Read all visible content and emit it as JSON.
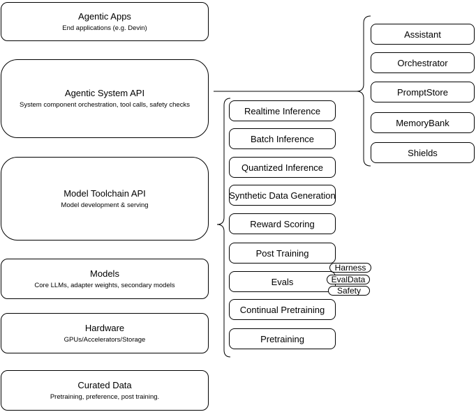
{
  "colors": {
    "stroke": "#000000",
    "background": "#ffffff",
    "node_fill": "#ffffff"
  },
  "stack": {
    "layers": [
      {
        "title": "Agentic Apps",
        "subtitle": "End applications (e.g. Devin)"
      },
      {
        "title": "Agentic System API",
        "subtitle": "System component orchestration, tool calls, safety checks"
      },
      {
        "title": "Model Toolchain API",
        "subtitle": "Model development & serving"
      },
      {
        "title": "Models",
        "subtitle": "Core LLMs, adapter weights, secondary models"
      },
      {
        "title": "Hardware",
        "subtitle": "GPUs/Accelerators/Storage"
      },
      {
        "title": "Curated Data",
        "subtitle": "Pretraining, preference, post training."
      }
    ]
  },
  "toolchain": {
    "items": [
      "Realtime Inference",
      "Batch Inference",
      "Quantized Inference",
      "Synthetic Data Generation",
      "Reward Scoring",
      "Post Training",
      "Evals",
      "Continual Pretraining",
      "Pretraining"
    ],
    "eval_tags": [
      "Harness",
      "EvalData",
      "Safety"
    ]
  },
  "system_components": {
    "items": [
      "Assistant",
      "Orchestrator",
      "PromptStore",
      "MemoryBank",
      "Shields"
    ]
  }
}
